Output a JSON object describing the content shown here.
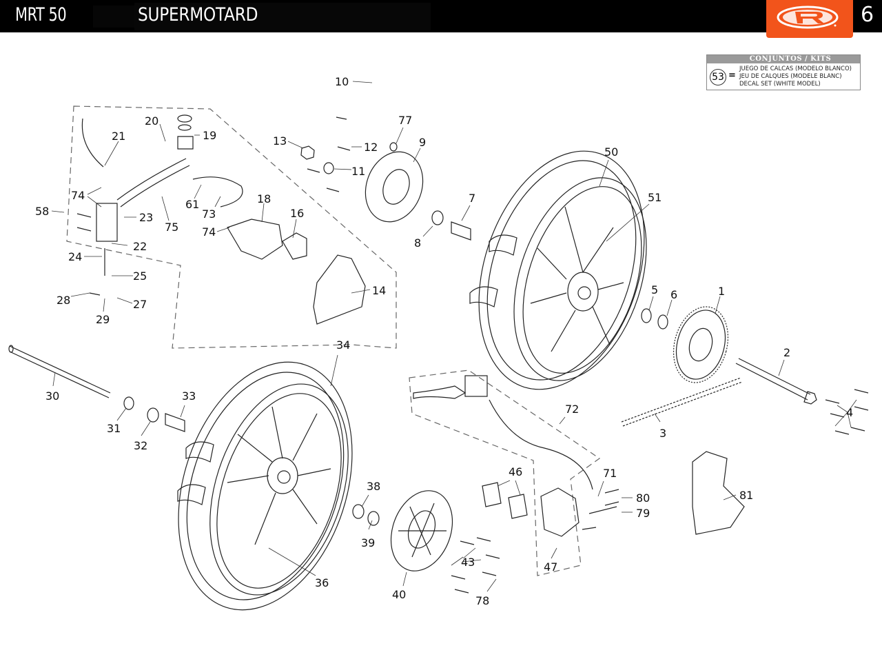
{
  "header": {
    "model": "MRT 50",
    "subtitle": "SUPERMOTARD",
    "page_number": "6",
    "brand_color": "#f2541b",
    "logo": "rieju-r-logo"
  },
  "kits_box": {
    "title": "CONJUNTOS / KITS",
    "item_number": "53",
    "equals": "=",
    "lines": [
      "JUEGO DE CALCAS (MODELO BLANCO)",
      "JEU DE CALQUES (MODELE BLANC)",
      "DECAL SET (WHITE MODEL)"
    ]
  },
  "callouts": [
    {
      "id": "10",
      "label": "10"
    },
    {
      "id": "77",
      "label": "77"
    },
    {
      "id": "9",
      "label": "9"
    },
    {
      "id": "13",
      "label": "13"
    },
    {
      "id": "12",
      "label": "12"
    },
    {
      "id": "11",
      "label": "11"
    },
    {
      "id": "20",
      "label": "20"
    },
    {
      "id": "19",
      "label": "19"
    },
    {
      "id": "21",
      "label": "21"
    },
    {
      "id": "74a",
      "label": "74"
    },
    {
      "id": "58",
      "label": "58"
    },
    {
      "id": "23",
      "label": "23"
    },
    {
      "id": "75",
      "label": "75"
    },
    {
      "id": "61",
      "label": "61"
    },
    {
      "id": "73",
      "label": "73"
    },
    {
      "id": "74b",
      "label": "74"
    },
    {
      "id": "18",
      "label": "18"
    },
    {
      "id": "16",
      "label": "16"
    },
    {
      "id": "22",
      "label": "22"
    },
    {
      "id": "24",
      "label": "24"
    },
    {
      "id": "25",
      "label": "25"
    },
    {
      "id": "28",
      "label": "28"
    },
    {
      "id": "27",
      "label": "27"
    },
    {
      "id": "29",
      "label": "29"
    },
    {
      "id": "14",
      "label": "14"
    },
    {
      "id": "7",
      "label": "7"
    },
    {
      "id": "8",
      "label": "8"
    },
    {
      "id": "50",
      "label": "50"
    },
    {
      "id": "51",
      "label": "51"
    },
    {
      "id": "5",
      "label": "5"
    },
    {
      "id": "6",
      "label": "6"
    },
    {
      "id": "1",
      "label": "1"
    },
    {
      "id": "2",
      "label": "2"
    },
    {
      "id": "4",
      "label": "4"
    },
    {
      "id": "3",
      "label": "3"
    },
    {
      "id": "30",
      "label": "30"
    },
    {
      "id": "31",
      "label": "31"
    },
    {
      "id": "32",
      "label": "32"
    },
    {
      "id": "33",
      "label": "33"
    },
    {
      "id": "34",
      "label": "34"
    },
    {
      "id": "36",
      "label": "36"
    },
    {
      "id": "38",
      "label": "38"
    },
    {
      "id": "39",
      "label": "39"
    },
    {
      "id": "40",
      "label": "40"
    },
    {
      "id": "43",
      "label": "43"
    },
    {
      "id": "78",
      "label": "78"
    },
    {
      "id": "46",
      "label": "46"
    },
    {
      "id": "47",
      "label": "47"
    },
    {
      "id": "72",
      "label": "72"
    },
    {
      "id": "71",
      "label": "71"
    },
    {
      "id": "80",
      "label": "80"
    },
    {
      "id": "79",
      "label": "79"
    },
    {
      "id": "81",
      "label": "81"
    }
  ]
}
